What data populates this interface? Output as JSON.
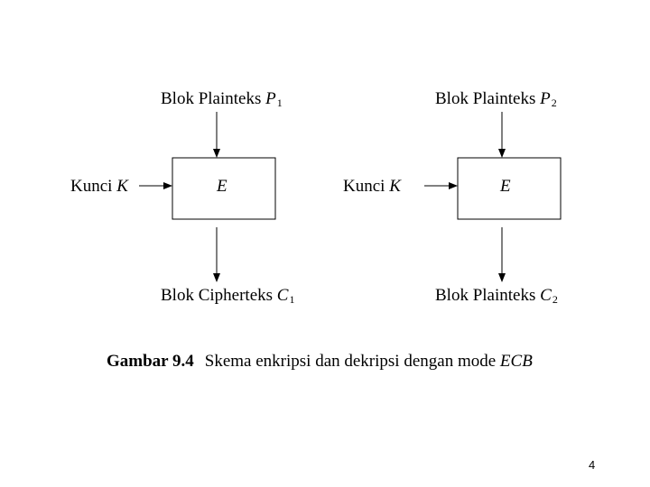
{
  "left": {
    "input": {
      "text": "Blok Plainteks ",
      "var": "P",
      "sub": "1"
    },
    "key": {
      "text": "Kunci ",
      "var": "K"
    },
    "box": {
      "label": "E"
    },
    "output": {
      "text": "Blok Cipherteks ",
      "var": "C",
      "sub": "1"
    }
  },
  "right": {
    "input": {
      "text": "Blok Plainteks ",
      "var": "P",
      "sub": "2"
    },
    "key": {
      "text": "Kunci ",
      "var": "K"
    },
    "box": {
      "label": "E"
    },
    "output": {
      "text": "Blok Plainteks ",
      "var": "C",
      "sub": "2"
    }
  },
  "caption": {
    "number": "Gambar 9.4",
    "text": "Skema enkripsi dan dekripsi dengan mode ",
    "mode": "ECB"
  },
  "page_number": "4"
}
